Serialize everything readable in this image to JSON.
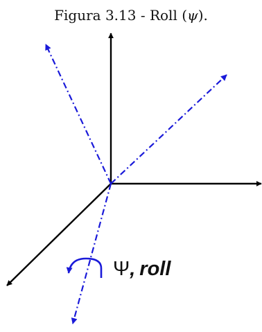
{
  "caption": {
    "prefix": "Figura 3.13 - Roll (",
    "symbol": "ψ",
    "suffix": ")."
  },
  "label": {
    "symbol": "Ψ",
    "comma": ",",
    "word": "roll"
  },
  "colors": {
    "fixed_axes": "#000000",
    "rotated_axes": "#1a1ad9",
    "label": "#111111"
  }
}
